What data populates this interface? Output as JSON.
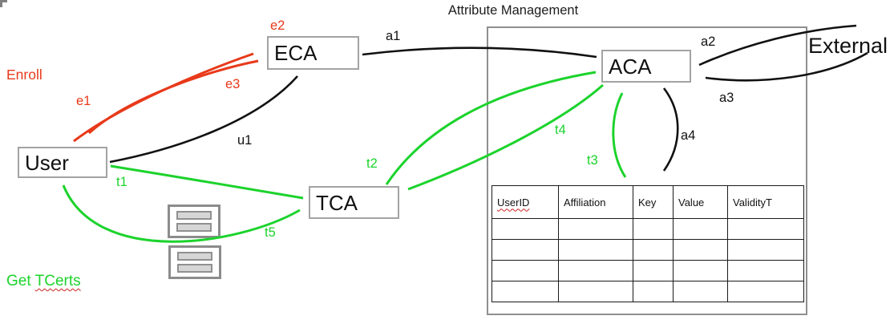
{
  "title": "Attribute Management",
  "nodes": {
    "user": "User",
    "eca": "ECA",
    "tca": "TCA",
    "aca": "ACA",
    "external": "External"
  },
  "annotations": {
    "enroll": "Enroll",
    "get_tcerts_prefix": "Get",
    "get_tcerts_word": "TCerts"
  },
  "edge_labels": {
    "e1": "e1",
    "e2": "e2",
    "e3": "e3",
    "u1": "u1",
    "a1": "a1",
    "a2": "a2",
    "a3": "a3",
    "a4": "a4",
    "t1": "t1",
    "t2": "t2",
    "t3": "t3",
    "t4": "t4",
    "t5": "t5"
  },
  "table": {
    "headers": [
      "UserID",
      "Affiliation",
      "Key",
      "Value",
      "ValidityT"
    ],
    "empty_row_count": 4
  },
  "colors": {
    "enroll_red": "#e8391a",
    "tcert_green": "#1cd32c",
    "arrow_black": "#111111",
    "box_border_gray": "#a3a3a3",
    "container_border_gray": "#8f8f8f",
    "squiggle_red": "#cc2222"
  }
}
